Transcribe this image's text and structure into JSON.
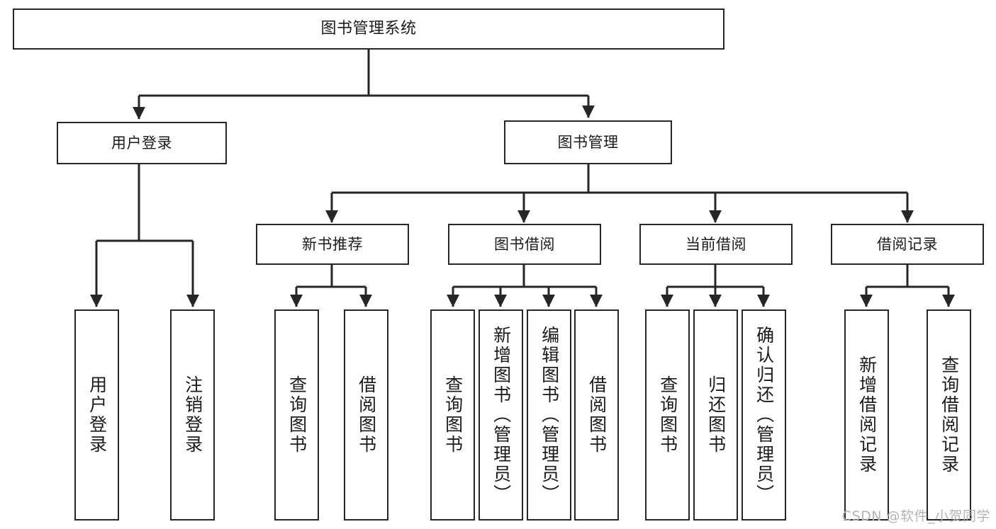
{
  "diagram": {
    "title": "图书管理系统",
    "type": "tree-hierarchy-diagram",
    "colors": {
      "box_border": "#262626",
      "box_fill": "#ffffff",
      "connector": "#262626",
      "background": "#ffffff",
      "watermark": "#b4b4b4"
    },
    "watermark": "CSDN @软件_小贺同学",
    "root": {
      "label": "图书管理系统"
    },
    "level2": [
      {
        "label": "用户登录"
      },
      {
        "label": "图书管理"
      }
    ],
    "level3": [
      {
        "label": "新书推荐"
      },
      {
        "label": "图书借阅"
      },
      {
        "label": "当前借阅"
      },
      {
        "label": "借阅记录"
      }
    ],
    "leaves": {
      "user_login": [
        {
          "label": "用户登录"
        },
        {
          "label": "注销登录"
        }
      ],
      "new_book_recommend": [
        {
          "label": "查询图书"
        },
        {
          "label": "借阅图书"
        }
      ],
      "book_borrow": [
        {
          "label": "查询图书"
        },
        {
          "label": "新增图书（管理员）"
        },
        {
          "label": "编辑图书（管理员）"
        },
        {
          "label": "借阅图书"
        }
      ],
      "current_borrow": [
        {
          "label": "查询图书"
        },
        {
          "label": "归还图书"
        },
        {
          "label": "确认归还（管理员）"
        }
      ],
      "borrow_record": [
        {
          "label": "新增借阅记录"
        },
        {
          "label": "查询借阅记录"
        }
      ]
    }
  }
}
